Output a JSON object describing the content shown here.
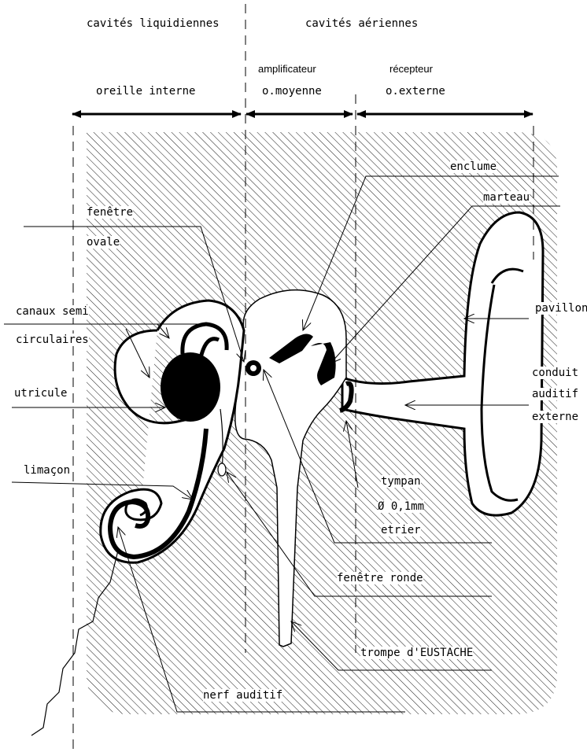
{
  "header": {
    "liquid": "cavités liquidiennes",
    "air": "cavités aériennes",
    "amplifier": "amplificateur",
    "receiver": "récepteur",
    "inner_ear": "oreille interne",
    "middle_ear": "o.moyenne",
    "outer_ear": "o.externe"
  },
  "labels": {
    "enclume": "enclume",
    "marteau": "marteau",
    "fenetre_ovale_1": "fenêtre",
    "fenetre_ovale_2": "ovale",
    "canaux_1": "canaux semi",
    "canaux_2": "circulaires",
    "utricule": "utricule",
    "limacon": "limaçon",
    "pavillon": "pavillon",
    "conduit_1": "conduit",
    "conduit_2": "auditif",
    "conduit_3": "externe",
    "tympan": "tympan",
    "tympan_size": "Ø 0,1mm",
    "etrier": "etrier",
    "fenetre_ronde": "fenêtre ronde",
    "trompe": "trompe d'EUSTACHE",
    "nerf": "nerf auditif"
  },
  "colors": {
    "ink": "#000000",
    "hatch": "#000000",
    "background": "#ffffff"
  }
}
